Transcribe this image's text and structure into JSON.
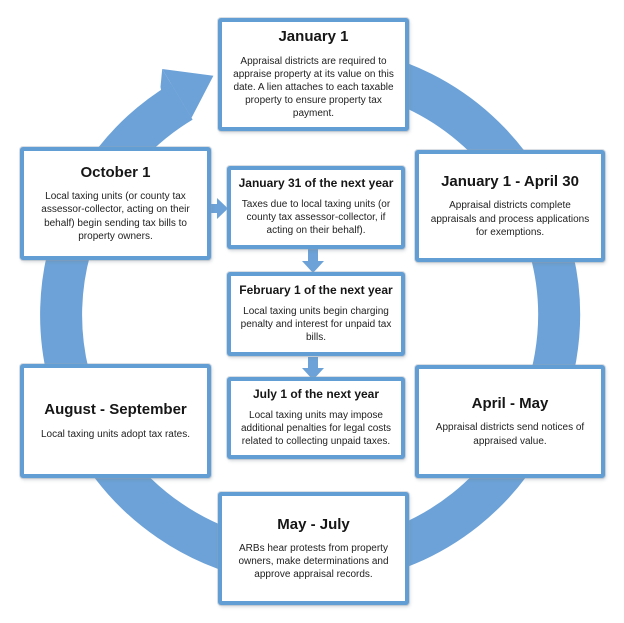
{
  "diagram": {
    "kind": "property-tax-cycle",
    "colors": {
      "ring_blue": "#6ca2d8",
      "box_border_blue": "#629dd4",
      "box_background": "#ffffff",
      "text": "#1a1a1a"
    },
    "icons": {
      "cycle_arrowhead": "large clockwise arrowhead on ring",
      "right_arrow": "small right arrow from October 1 to January 31 box",
      "down_arrow_1": "down arrow from January 31 box to February 1 box",
      "down_arrow_2": "down arrow from February 1 box to July 1 box"
    },
    "nodes": {
      "jan1": {
        "title": "January 1",
        "body": "Appraisal districts are required to appraise property at its value on this date. A lien attaches to each taxable property to ensure property tax payment."
      },
      "jan31": {
        "title": "January 31 of the next year",
        "body": "Taxes due to local taxing units (or county tax assessor-collector, if acting on their behalf)."
      },
      "j1a30": {
        "title": "January 1 - April 30",
        "body": "Appraisal districts complete appraisals and process applications for exemptions."
      },
      "feb1": {
        "title": "February 1 of the next year",
        "body": "Local taxing units begin charging penalty and interest for unpaid tax bills."
      },
      "jul1": {
        "title": "July 1 of the next year",
        "body": "Local taxing units may impose additional penalties for legal costs related to collecting unpaid taxes."
      },
      "aprmay": {
        "title": "April - May",
        "body": "Appraisal districts send notices of appraised value."
      },
      "mayjul": {
        "title": "May - July",
        "body": "ARBs hear protests from property owners, make determinations and approve appraisal records."
      },
      "augsep": {
        "title": "August - September",
        "body": "Local taxing units adopt tax rates."
      },
      "oct1": {
        "title": "October 1",
        "body": "Local taxing units (or county tax assessor-collector, acting on their behalf) begin sending tax bills to property owners."
      }
    }
  }
}
